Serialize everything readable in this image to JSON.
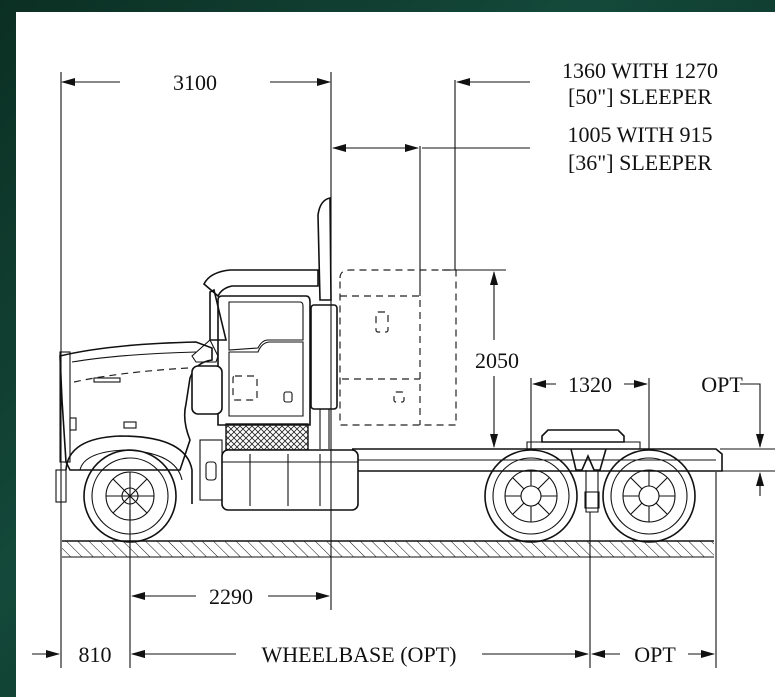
{
  "diagram": {
    "dimensions": {
      "front_to_back_of_cab": "3100",
      "sleeper_50_line1": "1360 WITH 1270",
      "sleeper_50_line2": "[50\"] SLEEPER",
      "sleeper_36_line1": "1005 WITH 915",
      "sleeper_36_line2": "[36\"] SLEEPER",
      "cab_height": "2050",
      "tandem_spread": "1320",
      "fifth_wheel_offset": "OPT",
      "front_axle_to_back_of_cab": "2290",
      "front_overhang": "810",
      "wheelbase": "WHEELBASE (OPT)",
      "rear_overhang": "OPT"
    },
    "colors": {
      "frame_background": "#0f3a2c",
      "sheet": "#ffffff",
      "linework": "#111111"
    }
  }
}
